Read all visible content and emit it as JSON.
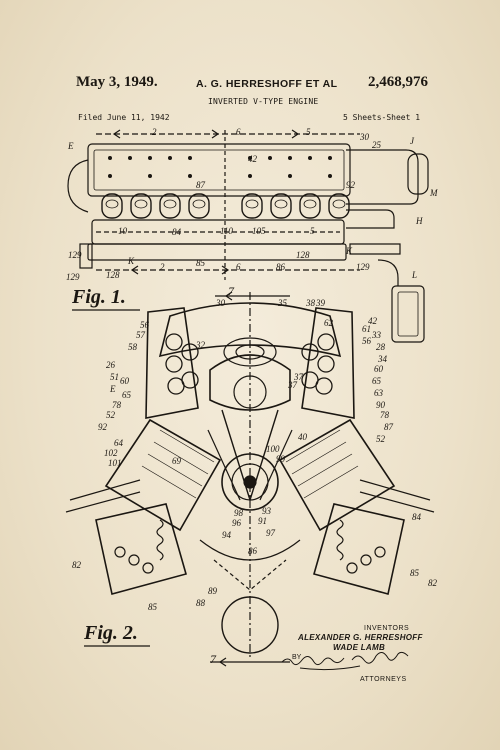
{
  "header": {
    "date": "May 3, 1949.",
    "inventor_short": "A. G. HERRESHOFF  ET AL",
    "patent_number": "2,468,976",
    "title": "INVERTED V-TYPE ENGINE",
    "filed": "Filed June 11, 1942",
    "sheets": "5 Sheets-Sheet 1"
  },
  "figures": {
    "fig1": "Fig. 1.",
    "fig2": "Fig. 2."
  },
  "footer": {
    "inventors_label": "INVENTORS",
    "inventor_1": "ALEXANDER G. HERRESHOFF",
    "inventor_2": "WADE LAMB",
    "by": "BY",
    "attorneys": "ATTORNEYS"
  },
  "fig1_labels": [
    "2",
    "6",
    "5",
    "30",
    "E",
    "25",
    "42",
    "87",
    "92",
    "J",
    "M",
    "10",
    "84",
    "110",
    "105",
    "H",
    "5",
    "129",
    "K",
    "85",
    "86",
    "128",
    "K",
    "129",
    "129",
    "128",
    "2",
    "6",
    "L"
  ],
  "fig2_labels": [
    "7",
    "35",
    "56",
    "57",
    "58",
    "26",
    "51",
    "E",
    "60",
    "65",
    "78",
    "52",
    "92",
    "64",
    "102",
    "101",
    "69",
    "32",
    "30",
    "62",
    "37",
    "38",
    "39",
    "61",
    "56",
    "42",
    "33",
    "28",
    "34",
    "60",
    "65",
    "63",
    "90",
    "78",
    "87",
    "52",
    "40",
    "37",
    "100",
    "99",
    "93",
    "91",
    "96",
    "98",
    "94",
    "97",
    "86",
    "82",
    "85",
    "88",
    "89",
    "82",
    "84",
    "85",
    "7"
  ]
}
